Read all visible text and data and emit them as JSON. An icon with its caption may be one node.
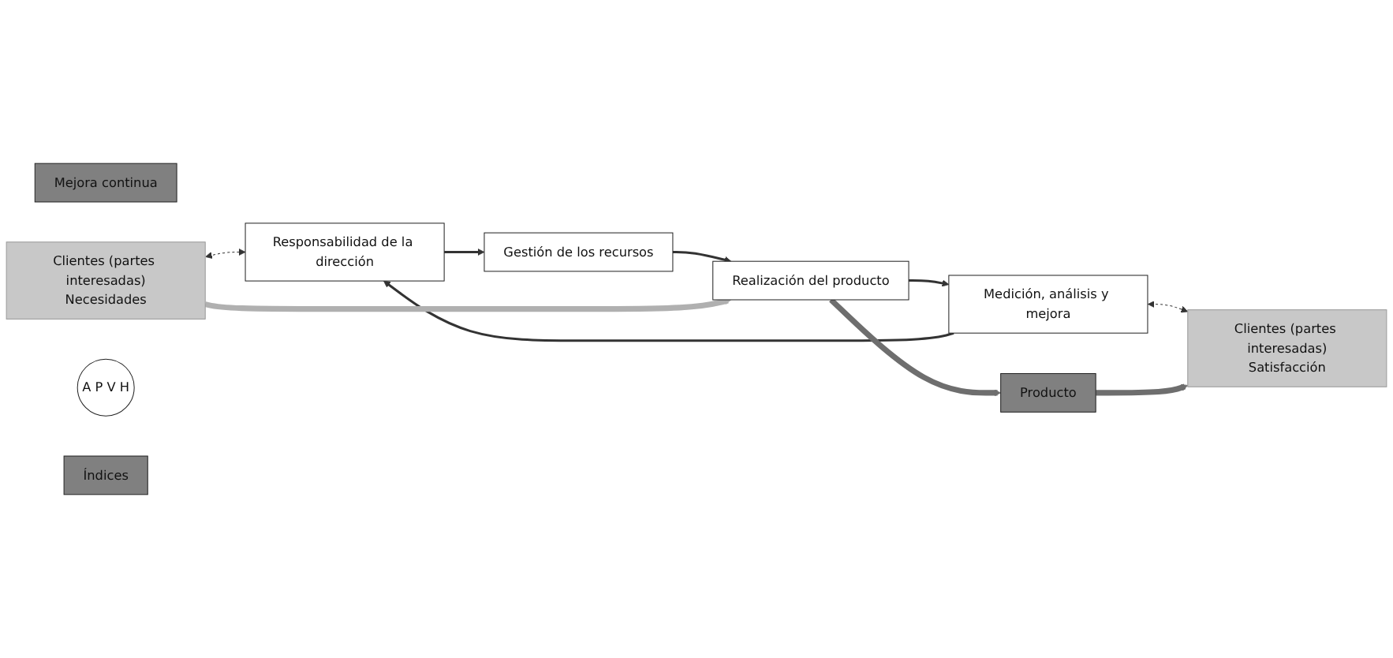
{
  "diagram": {
    "nodes": [
      {
        "text": [
          "Mejora continua"
        ]
      },
      {
        "text": [
          "Clientes (partes interesadas)",
          "Necesidades"
        ]
      },
      {
        "text": [
          "Responsabilidad de la dirección"
        ]
      },
      {
        "text": [
          "Gestión de los recursos"
        ]
      },
      {
        "text": [
          "A",
          "P",
          "V",
          "H"
        ]
      },
      {
        "text": [
          "Medición, análisis y mejora"
        ]
      },
      {
        "text": [
          "Índices"
        ]
      },
      {
        "text": [
          "Realización del producto"
        ]
      },
      {
        "text": [
          "Producto"
        ]
      },
      {
        "text": [
          "Clientes (partes interesadas)",
          "Satisfacción"
        ]
      }
    ],
    "edges": [
      {
        "from": 1,
        "to": 2,
        "arrow": "both",
        "style": "dashed"
      },
      {
        "from": 2,
        "to": 3,
        "arrow": "to"
      },
      {
        "from": 3,
        "to": 7,
        "arrow": "to"
      },
      {
        "from": 7,
        "to": 5,
        "arrow": "to"
      },
      {
        "from": 5,
        "to": 2,
        "arrow": "to"
      },
      {
        "from": 5,
        "to": 9,
        "arrow": "both",
        "style": "dashed"
      },
      {
        "from": 1,
        "to": 7,
        "arrow": "to",
        "style": "thick",
        "color": "#b0b0b0"
      },
      {
        "from": 7,
        "to": 8,
        "arrow": "to",
        "style": "thick",
        "color": "#6e6e6e"
      },
      {
        "from": 8,
        "to": 9,
        "arrow": "to",
        "style": "thick",
        "color": "#6e6e6e"
      }
    ]
  }
}
